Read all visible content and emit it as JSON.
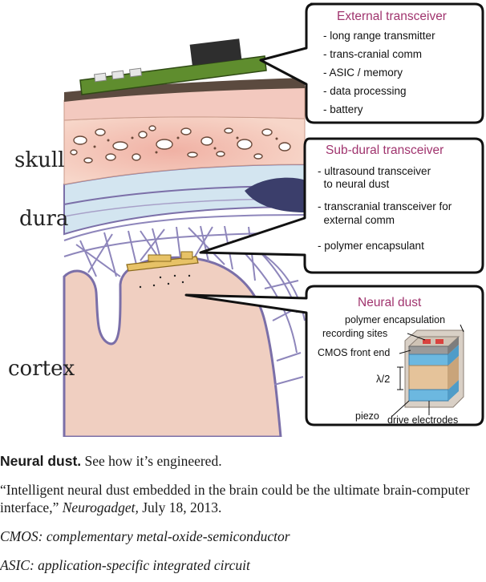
{
  "labels": {
    "skull": "skull",
    "dura": "dura",
    "cortex": "cortex"
  },
  "callouts": {
    "external": {
      "title": "External transceiver",
      "items": [
        "- long range transmitter",
        "- trans-cranial comm",
        "- ASIC / memory",
        "- data processing",
        "- battery"
      ]
    },
    "subdural": {
      "title": "Sub-dural transceiver",
      "items": [
        "- ultrasound transceiver",
        "  to neural dust",
        "- transcranial transceiver for",
        "  external comm",
        "- polymer encapsulant"
      ]
    },
    "neural_dust": {
      "title": "Neural dust",
      "parts": {
        "encapsulation": "polymer encapsulation",
        "recording": "recording sites",
        "cmos": "CMOS front end",
        "lambda": "λ/2",
        "piezo": "piezo",
        "electrodes": "drive electrodes"
      }
    }
  },
  "caption": {
    "title": "Neural dust.",
    "subtitle": " See how it’s engineered.",
    "quote": "“Intelligent neural dust embedded in the brain could be the ultimate brain-computer interface,” ",
    "source": "Neurogadget,",
    "date": " July 18, 2013.",
    "def_cmos": "CMOS: complementary metal-oxide-semiconductor",
    "def_asic": "ASIC: application-specific integrated circuit"
  },
  "colors": {
    "title_purple": "#a0346e",
    "skin": "#f3c9bf",
    "bone": "#eeb4a2",
    "dura": "#cfe3ef",
    "cortex": "#f0cfc1",
    "vessel": "#7b6fa8",
    "board": "#5f8d2e",
    "piezo": "#e5c39a",
    "electrode": "#6cb8e0"
  }
}
